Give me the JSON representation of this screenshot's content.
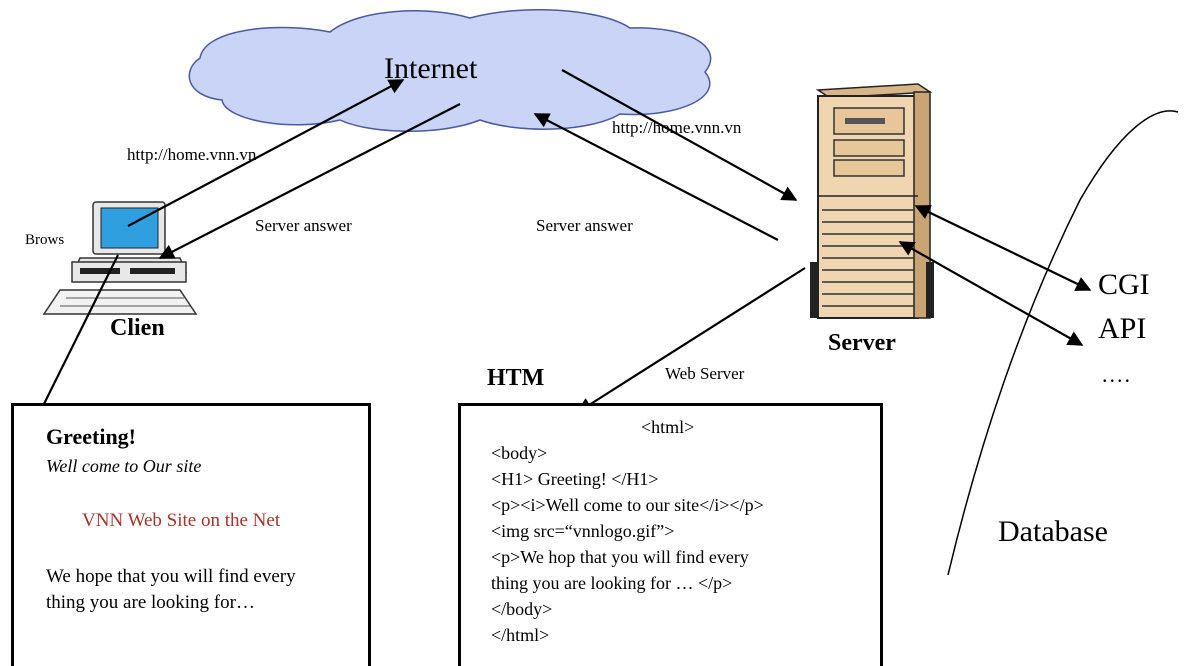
{
  "internet": {
    "label": "Internet"
  },
  "client": {
    "browser_label": "Brows",
    "name": "Clien"
  },
  "server": {
    "name": "Server",
    "web_server_label": "Web Server"
  },
  "links": {
    "url_left": "http://home.vnn.vn",
    "url_right": "http://home.vnn.vn",
    "answer_left": "Server answer",
    "answer_right": "Server answer"
  },
  "backend": {
    "items": [
      "CGI",
      "API",
      "...."
    ],
    "database_label": "Database"
  },
  "html_title": "HTM",
  "page_preview": {
    "heading": "Greeting!",
    "subtitle": "Well come to Our site",
    "logo_text": "VNN Web Site on the Net",
    "body_line1": "We hope that you will find every",
    "body_line2": "thing you are looking for…"
  },
  "html_source": {
    "lines": [
      "<html>",
      "<body>",
      "<H1> Greeting! </H1>",
      "<p><i>Well come to our site</i></p>",
      "<img src=“vnnlogo.gif”>",
      "<p>We hop that you will find every",
      "thing you are looking for … </p>",
      "</body>",
      "</html>"
    ]
  },
  "colors": {
    "cloud_fill": "#c9d4f6",
    "cloud_stroke": "#4a5a9c",
    "logo_text": "#a0342a",
    "server_body": "#f0d6b0",
    "screen": "#2f9fe0"
  }
}
